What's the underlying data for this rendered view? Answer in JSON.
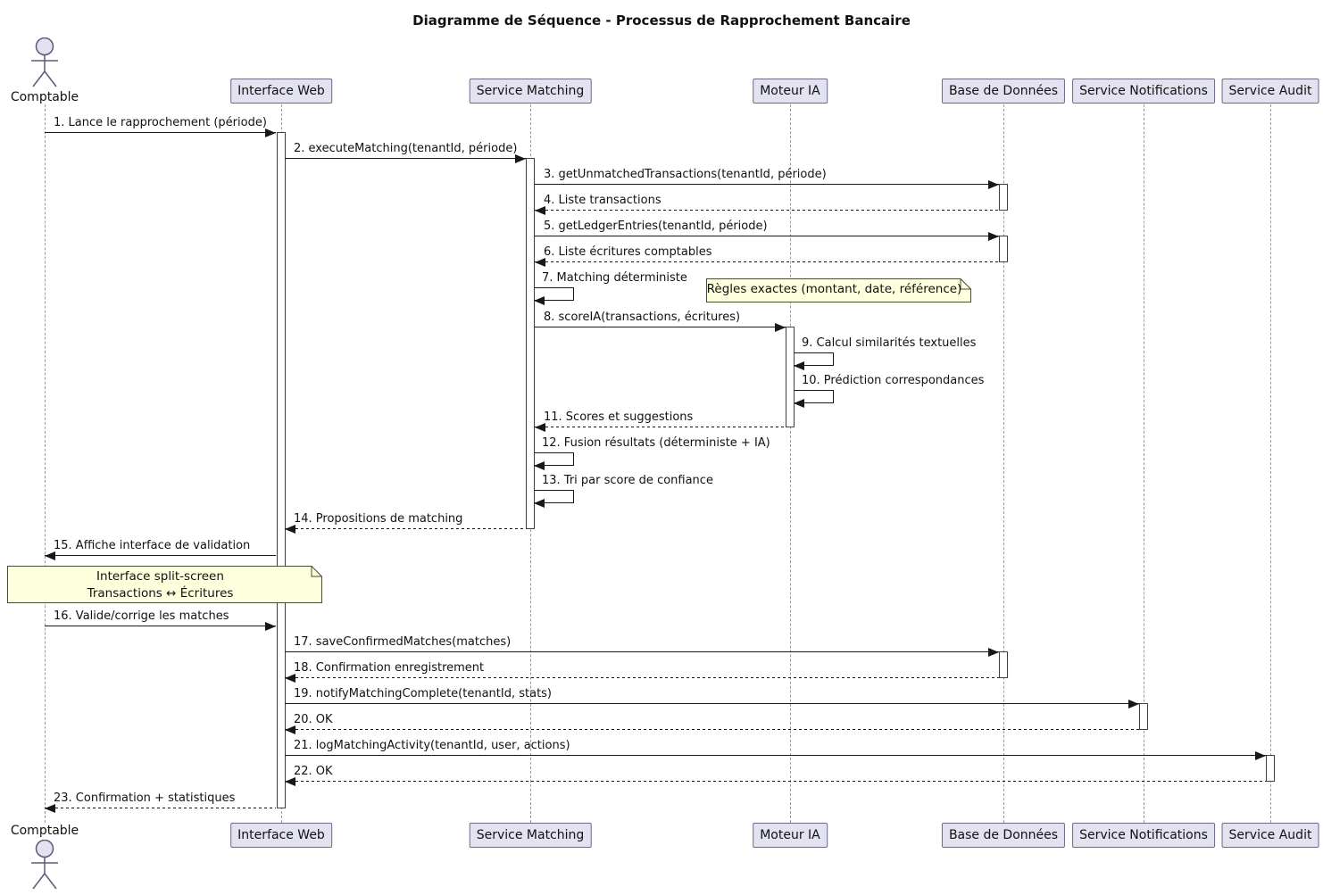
{
  "title": "Diagramme de Séquence - Processus de Rapprochement Bancaire",
  "participants": [
    {
      "id": "comptable",
      "label": "Comptable",
      "type": "actor"
    },
    {
      "id": "interface-web",
      "label": "Interface Web",
      "type": "participant"
    },
    {
      "id": "service-matching",
      "label": "Service Matching",
      "type": "participant"
    },
    {
      "id": "moteur-ia",
      "label": "Moteur IA",
      "type": "participant"
    },
    {
      "id": "base-de-donnees",
      "label": "Base de Données",
      "type": "participant"
    },
    {
      "id": "service-notifications",
      "label": "Service Notifications",
      "type": "participant"
    },
    {
      "id": "service-audit",
      "label": "Service Audit",
      "type": "participant"
    }
  ],
  "messages": [
    {
      "label": "1. Lance le rapprochement (période)",
      "from": "comptable",
      "to": "interface-web",
      "kind": "solid"
    },
    {
      "label": "2. executeMatching(tenantId, période)",
      "from": "interface-web",
      "to": "service-matching",
      "kind": "solid"
    },
    {
      "label": "3. getUnmatchedTransactions(tenantId, période)",
      "from": "service-matching",
      "to": "base-de-donnees",
      "kind": "solid"
    },
    {
      "label": "4. Liste transactions",
      "from": "base-de-donnees",
      "to": "service-matching",
      "kind": "return"
    },
    {
      "label": "5. getLedgerEntries(tenantId, période)",
      "from": "service-matching",
      "to": "base-de-donnees",
      "kind": "solid"
    },
    {
      "label": "6. Liste écritures comptables",
      "from": "base-de-donnees",
      "to": "service-matching",
      "kind": "return"
    },
    {
      "label": "7. Matching déterministe",
      "from": "service-matching",
      "to": "service-matching",
      "kind": "self"
    },
    {
      "label": "8. scoreIA(transactions, écritures)",
      "from": "service-matching",
      "to": "moteur-ia",
      "kind": "solid"
    },
    {
      "label": "9. Calcul similarités textuelles",
      "from": "moteur-ia",
      "to": "moteur-ia",
      "kind": "self"
    },
    {
      "label": "10. Prédiction correspondances",
      "from": "moteur-ia",
      "to": "moteur-ia",
      "kind": "self"
    },
    {
      "label": "11. Scores et suggestions",
      "from": "moteur-ia",
      "to": "service-matching",
      "kind": "return"
    },
    {
      "label": "12. Fusion résultats (déterministe + IA)",
      "from": "service-matching",
      "to": "service-matching",
      "kind": "self"
    },
    {
      "label": "13. Tri par score de confiance",
      "from": "service-matching",
      "to": "service-matching",
      "kind": "self"
    },
    {
      "label": "14. Propositions de matching",
      "from": "service-matching",
      "to": "interface-web",
      "kind": "return"
    },
    {
      "label": "15. Affiche interface de validation",
      "from": "interface-web",
      "to": "comptable",
      "kind": "solid"
    },
    {
      "label": "16. Valide/corrige les matches",
      "from": "comptable",
      "to": "interface-web",
      "kind": "solid"
    },
    {
      "label": "17. saveConfirmedMatches(matches)",
      "from": "interface-web",
      "to": "base-de-donnees",
      "kind": "solid"
    },
    {
      "label": "18. Confirmation enregistrement",
      "from": "base-de-donnees",
      "to": "interface-web",
      "kind": "return"
    },
    {
      "label": "19. notifyMatchingComplete(tenantId, stats)",
      "from": "interface-web",
      "to": "service-notifications",
      "kind": "solid"
    },
    {
      "label": "20. OK",
      "from": "service-notifications",
      "to": "interface-web",
      "kind": "return"
    },
    {
      "label": "21. logMatchingActivity(tenantId, user, actions)",
      "from": "interface-web",
      "to": "service-audit",
      "kind": "solid"
    },
    {
      "label": "22. OK",
      "from": "service-audit",
      "to": "interface-web",
      "kind": "return"
    },
    {
      "label": "23. Confirmation + statistiques",
      "from": "interface-web",
      "to": "comptable",
      "kind": "return"
    }
  ],
  "notes": [
    {
      "id": "note-regles-exactes",
      "lines": [
        "Règles exactes (montant, date, référence)"
      ]
    },
    {
      "id": "note-interface-split-screen",
      "lines": [
        "Interface split-screen",
        "Transactions ↔ Écritures"
      ]
    }
  ],
  "colors": {
    "participant_fill": "#E2E2F0",
    "participant_border": "#6a6a88",
    "note_fill": "#FEFFDD",
    "note_border": "#4a4a33",
    "message_line": "#181818",
    "lifeline": "#9a9a9a"
  }
}
